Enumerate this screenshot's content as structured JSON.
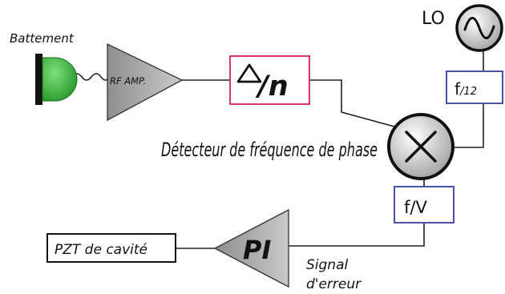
{
  "labels": {
    "beat": "Battement",
    "rf_amp": "RF AMP.",
    "divider": "/n",
    "detector": "Détecteur de fréquence de phase",
    "lo": "LO",
    "f12_main": "f",
    "f12_sub": "/12",
    "fv": "f/V",
    "pi": "PI",
    "pzt": "PZT de cavité",
    "signal_line1": "Signal",
    "signal_line2": "d'erreur"
  },
  "colors": {
    "divider_border": "#d9365c",
    "filter_border": "#4a52a8",
    "photodiode": "#2eaa2e",
    "amp_fill": "#a8a8a8"
  }
}
